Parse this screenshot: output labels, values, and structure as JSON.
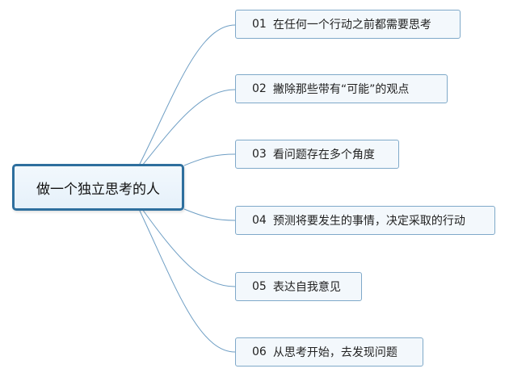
{
  "central": {
    "label": "做一个独立思考的人"
  },
  "branches": [
    {
      "number": "01",
      "text": "在任何一个行动之前都需要思考"
    },
    {
      "number": "02",
      "text": "撇除那些带有“可能”的观点"
    },
    {
      "number": "03",
      "text": "看问题存在多个角度"
    },
    {
      "number": "04",
      "text": "预测将要发生的事情，决定采取的行动"
    },
    {
      "number": "05",
      "text": "表达自我意见"
    },
    {
      "number": "06",
      "text": "从思考开始，去发现问题"
    }
  ],
  "colors": {
    "link": "#6e9ec4",
    "central_border": "#2e6f9e",
    "branch_border": "#7fa9c9",
    "branch_fill": "#f3f8fc"
  }
}
